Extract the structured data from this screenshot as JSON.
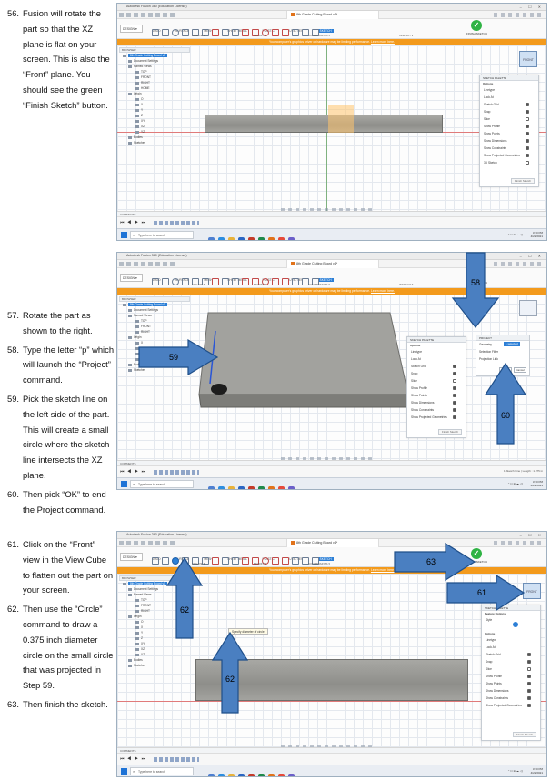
{
  "steps_group_1": [
    {
      "num": "56.",
      "text": "Fusion will rotate the part so that the XZ plane is flat on your screen.  This is also the “Front” plane.  You should see the green “Finish Sketch” button."
    }
  ],
  "steps_group_2": [
    {
      "num": "57.",
      "text": "Rotate the part as shown to the right."
    },
    {
      "num": "58.",
      "text": "Type the letter “p” which will launch the “Project” command."
    },
    {
      "num": "59.",
      "text": "Pick the sketch line on the left side of the part.  This will create a small circle where the sketch line intersects the XZ plane."
    },
    {
      "num": "60.",
      "text": "Then pick “OK” to end the Project command."
    }
  ],
  "steps_group_3": [
    {
      "num": "61.",
      "text": "Click on the “Front” view in the View Cube to flatten out the part on your screen."
    },
    {
      "num": "62.",
      "text": "Then use the “Circle” command to draw a 0.375 inch diameter circle  on the small circle that was projected in Step 59."
    },
    {
      "num": "63.",
      "text": "Then finish the sketch."
    }
  ],
  "fusion": {
    "app_title": "Autodesk Fusion 360 (Education License)",
    "doc_name": "8th Grade Cutting Board v1*",
    "window_controls": "–  ☐  ✕",
    "mode_dropdown": "DESIGN ▾",
    "ribbon_tabs": [
      "SOLID",
      "SURFACE",
      "MESH",
      "SHEET METAL",
      "PLASTIC",
      "UTILITIES",
      "SKETCH"
    ],
    "group_labels": {
      "create": "CREATE ▾",
      "modify": "MODIFY ▾",
      "constraints": "CONSTRAINTS ▾",
      "inspect": "INSPECT ▾",
      "insert": "INSERT ▾",
      "select": "SELECT ▾"
    },
    "finish_sketch": "FINISH SKETCH",
    "warning_text": "Your computer's graphics driver or hardware may be limiting performance.",
    "warning_link": "Learn more here.",
    "browser_header": "BROWSER",
    "browser_items": [
      "8th Grade Cutting Board v1",
      "Document Settings",
      "Named Views",
      "TOP",
      "FRONT",
      "RIGHT",
      "HOME",
      "Origin",
      "O",
      "X",
      "Y",
      "Z",
      "XY",
      "XZ",
      "YZ",
      "Bodies",
      "Sketches"
    ],
    "viewcube_label": "FRONT",
    "palette_title": "SKETCH PALETTE",
    "palette_options": "Options",
    "palette_rows": [
      "Linetype",
      "Look At",
      "Sketch Grid",
      "Snap",
      "Slice",
      "Show Profile",
      "Show Points",
      "Show Dimensions",
      "Show Constraints",
      "Show Projected Geometries",
      "3D Sketch"
    ],
    "palette_button": "Finish Sketch",
    "project_title": "PROJECT",
    "project_geometry": "Geometry",
    "project_select": "1 selected",
    "project_filter": "Selection Filter",
    "project_link": "Projection Link",
    "project_ok": "OK",
    "project_cancel": "Cancel",
    "circle_tooltip": "Specify diameter of circle",
    "feature_options": "Feature Options",
    "feature_style": "Style",
    "comments": "COMMENTS",
    "status_2": "1 Sketch Line | Length : 1.375 in",
    "taskbar_search": "Type here to search",
    "clock_time": "3:30 PM",
    "clock_date": "4/22/2021",
    "tray": "^ ⊡ ⊕ ☁ ◁)"
  },
  "callouts": {
    "shot2": {
      "down_arrow": "58",
      "right_arrow": "59",
      "up_arrow": "60"
    },
    "shot3": {
      "arrow_top": "63",
      "arrow_right": "61",
      "up_arrow_1": "62",
      "up_arrow_2": "62"
    }
  },
  "colors": {
    "callout_fill": "#4a7fc1",
    "callout_stroke": "#1f4f8a",
    "warning_bar": "#f39a1c",
    "finish_green": "#2fb344"
  }
}
